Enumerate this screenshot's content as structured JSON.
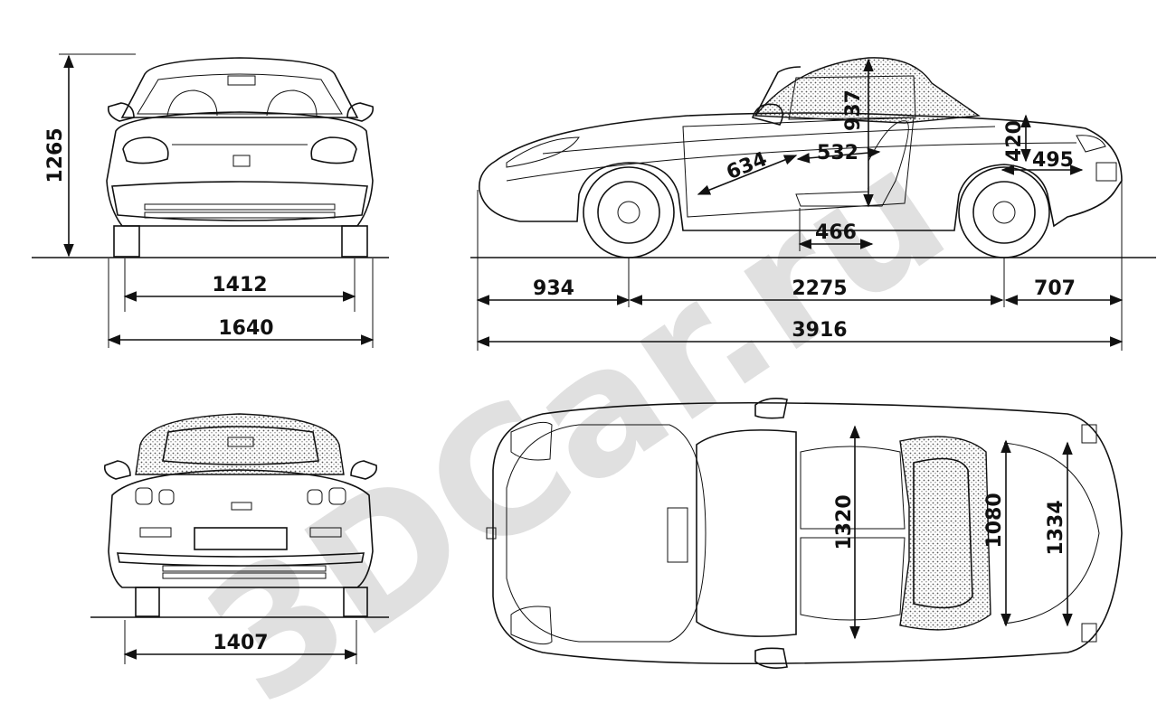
{
  "watermark": {
    "text": "3DCar.ru"
  },
  "front_view": {
    "height": "1265",
    "track": "1412",
    "width": "1640"
  },
  "side_view": {
    "front_overhang": "934",
    "wheelbase": "2275",
    "rear_overhang": "707",
    "length": "3916",
    "roof_height": "937",
    "seat_to_pedal": "634",
    "seat_depth": "532",
    "seat_base": "466",
    "trunk_height": "420",
    "trunk_length": "495"
  },
  "rear_view": {
    "track": "1407"
  },
  "top_view": {
    "cabin_width": "1320",
    "rear_width": "1080",
    "body_width": "1334"
  }
}
